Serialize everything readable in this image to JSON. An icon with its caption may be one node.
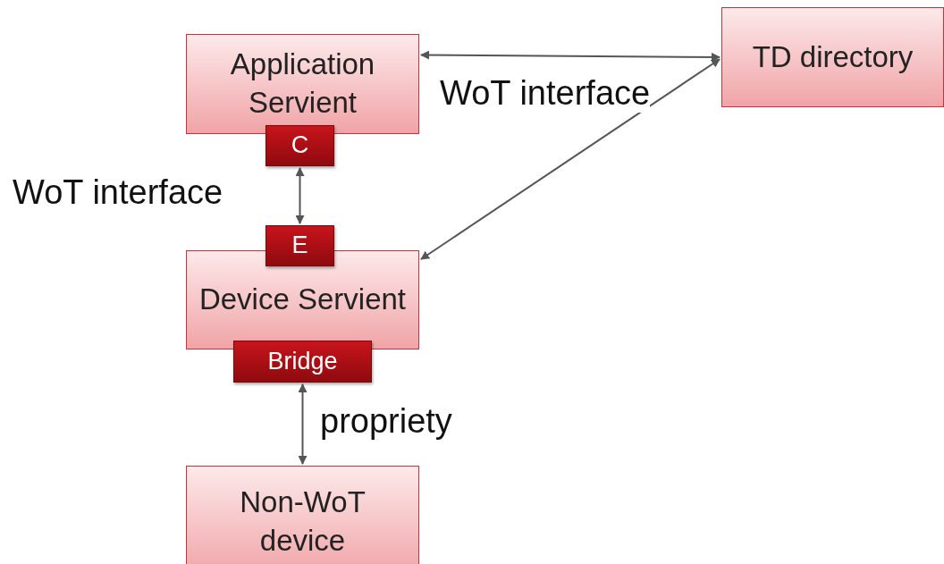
{
  "diagram": {
    "nodes": [
      {
        "text": [
          "Application Servient"
        ]
      },
      {
        "text": [
          "C"
        ]
      },
      {
        "text": [
          "E"
        ]
      },
      {
        "text": [
          "Device Servient"
        ]
      },
      {
        "text": [
          "Bridge"
        ]
      },
      {
        "text": [
          "TD directory"
        ]
      },
      {
        "text": [
          "Non-WoT device"
        ]
      }
    ],
    "edges": [
      {
        "from": 1,
        "to": 2,
        "arrow": "both",
        "label": "WoT interface"
      },
      {
        "from": 0,
        "to": 5,
        "arrow": "both",
        "label": "WoT interface"
      },
      {
        "from": 5,
        "to": 3,
        "arrow": "both"
      },
      {
        "from": 4,
        "to": 6,
        "arrow": "both",
        "label": "propriety"
      }
    ]
  }
}
